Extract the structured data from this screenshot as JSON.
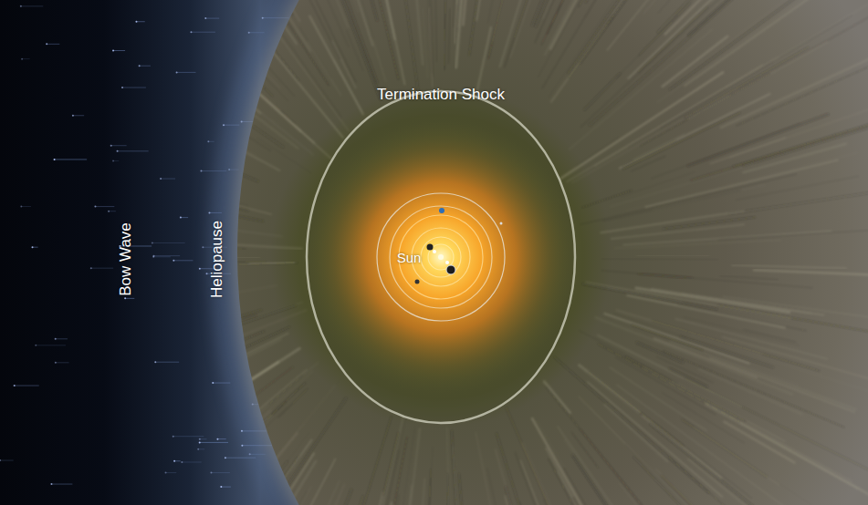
{
  "diagram": {
    "labels": [
      "Termination Shock",
      "Sun",
      "Heliopause",
      "Bow Wave"
    ]
  }
}
